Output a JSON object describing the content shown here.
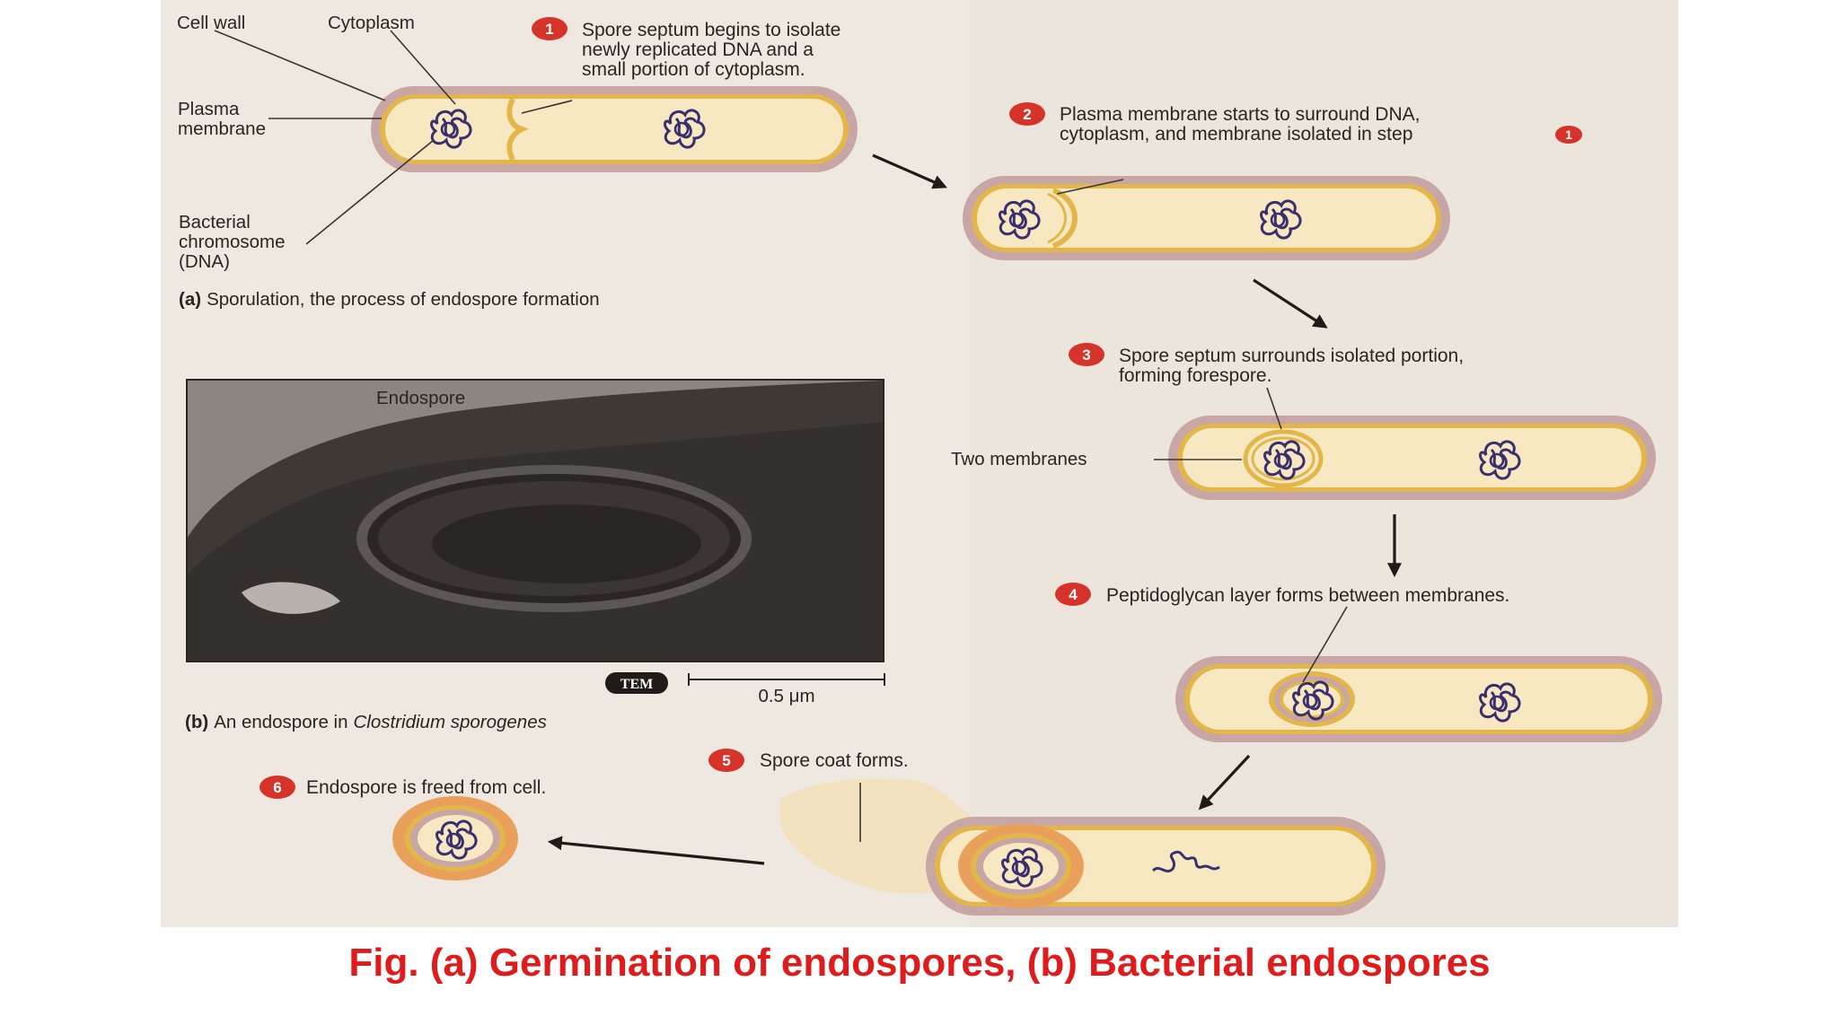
{
  "labels": {
    "cell_wall": "Cell wall",
    "cytoplasm": "Cytoplasm",
    "plasma_membrane_1": "Plasma",
    "plasma_membrane_2": "membrane",
    "chromosome_1": "Bacterial",
    "chromosome_2": "chromosome",
    "chromosome_3": "(DNA)",
    "endospore": "Endospore",
    "two_membranes": "Two membranes",
    "tem": "TEM",
    "scale": "0.5 μm"
  },
  "panel_a": {
    "letter": "(a)",
    "caption": "Sporulation, the process of endospore formation"
  },
  "panel_b": {
    "letter": "(b)",
    "caption": "An endospore in",
    "species": "Clostridium sporogenes"
  },
  "steps": [
    {
      "number": "1",
      "lines": [
        "Spore septum begins to isolate",
        "newly replicated DNA and a",
        "small portion of cytoplasm."
      ]
    },
    {
      "number": "2",
      "lines": [
        "Plasma membrane starts to surround DNA,",
        "cytoplasm, and membrane isolated in step"
      ],
      "ref": "1"
    },
    {
      "number": "3",
      "lines": [
        "Spore septum surrounds isolated portion,",
        "forming forespore."
      ]
    },
    {
      "number": "4",
      "lines": [
        "Peptidoglycan layer forms between membranes."
      ]
    },
    {
      "number": "5",
      "lines": [
        "Spore coat forms."
      ]
    },
    {
      "number": "6",
      "lines": [
        "Endospore is freed from cell."
      ]
    }
  ],
  "figure_caption": "Fig. (a) Germination of endospores, (b) Bacterial endospores",
  "colors": {
    "cell_wall": "#c9a6a6",
    "membrane": "#e3b64a",
    "cytoplasm": "#f7e8c2",
    "dna": "#3a2f6e",
    "step_badge": "#d6332b",
    "spore_coat": "#e8a05a",
    "caption": "#e01b1b"
  }
}
